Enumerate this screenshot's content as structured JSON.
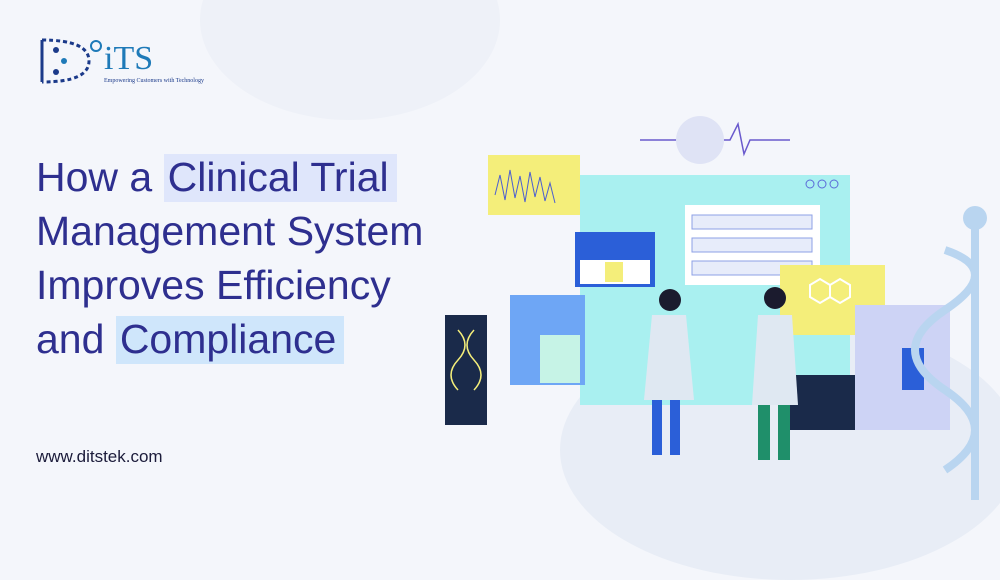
{
  "logo": {
    "text": "iTS",
    "tagline": "Empowering Customers with Technology"
  },
  "headline": {
    "line1_plain": "How a ",
    "line1_highlight": "Clinical Trial",
    "line2": "Management System",
    "line3": "Improves Efficiency",
    "line4_plain": "and ",
    "line4_highlight": "Compliance"
  },
  "website": "www.ditstek.com",
  "colors": {
    "title": "#2e2f8f",
    "highlight": "#dfe6fb",
    "accent": "#1e7ab8"
  }
}
